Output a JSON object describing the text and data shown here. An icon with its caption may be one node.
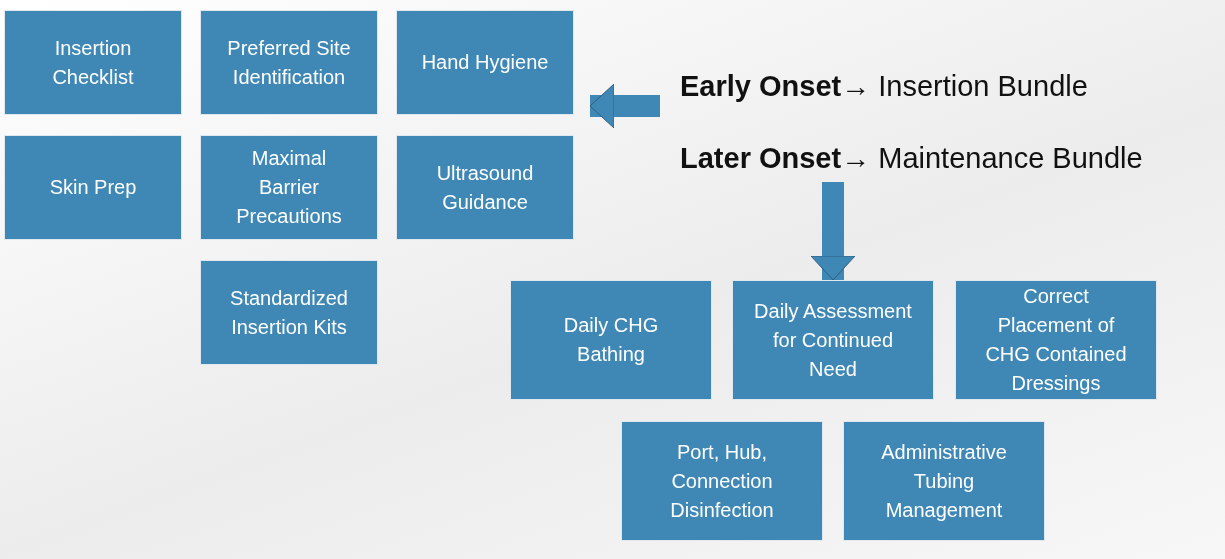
{
  "diagram": {
    "nodes": [
      {
        "text": [
          "Insertion Checklist"
        ]
      },
      {
        "text": [
          "Preferred Site Identification"
        ]
      },
      {
        "text": [
          "Hand Hygiene"
        ]
      },
      {
        "text": [
          "Skin Prep"
        ]
      },
      {
        "text": [
          "Maximal Barrier Precautions"
        ]
      },
      {
        "text": [
          "Ultrasound Guidance"
        ]
      },
      {
        "text": [
          "Standardized Insertion Kits"
        ]
      },
      {
        "text": [
          "**Early Onset**→ Insertion Bundle"
        ]
      },
      {
        "text": [
          "**Later Onset**→ Maintenance Bundle"
        ]
      },
      {
        "text": [
          "Daily CHG Bathing"
        ]
      },
      {
        "text": [
          "Daily Assessment for Continued Need"
        ]
      },
      {
        "text": [
          "Correct Placement of CHG Contained Dressings"
        ]
      },
      {
        "text": [
          "Port, Hub, Connection Disinfection"
        ]
      },
      {
        "text": [
          "Administrative Tubing Management"
        ]
      }
    ],
    "edges": [
      {
        "from": 7,
        "to": 2,
        "arrow": "to"
      },
      {
        "from": 8,
        "to": 10,
        "arrow": "to"
      }
    ]
  }
}
